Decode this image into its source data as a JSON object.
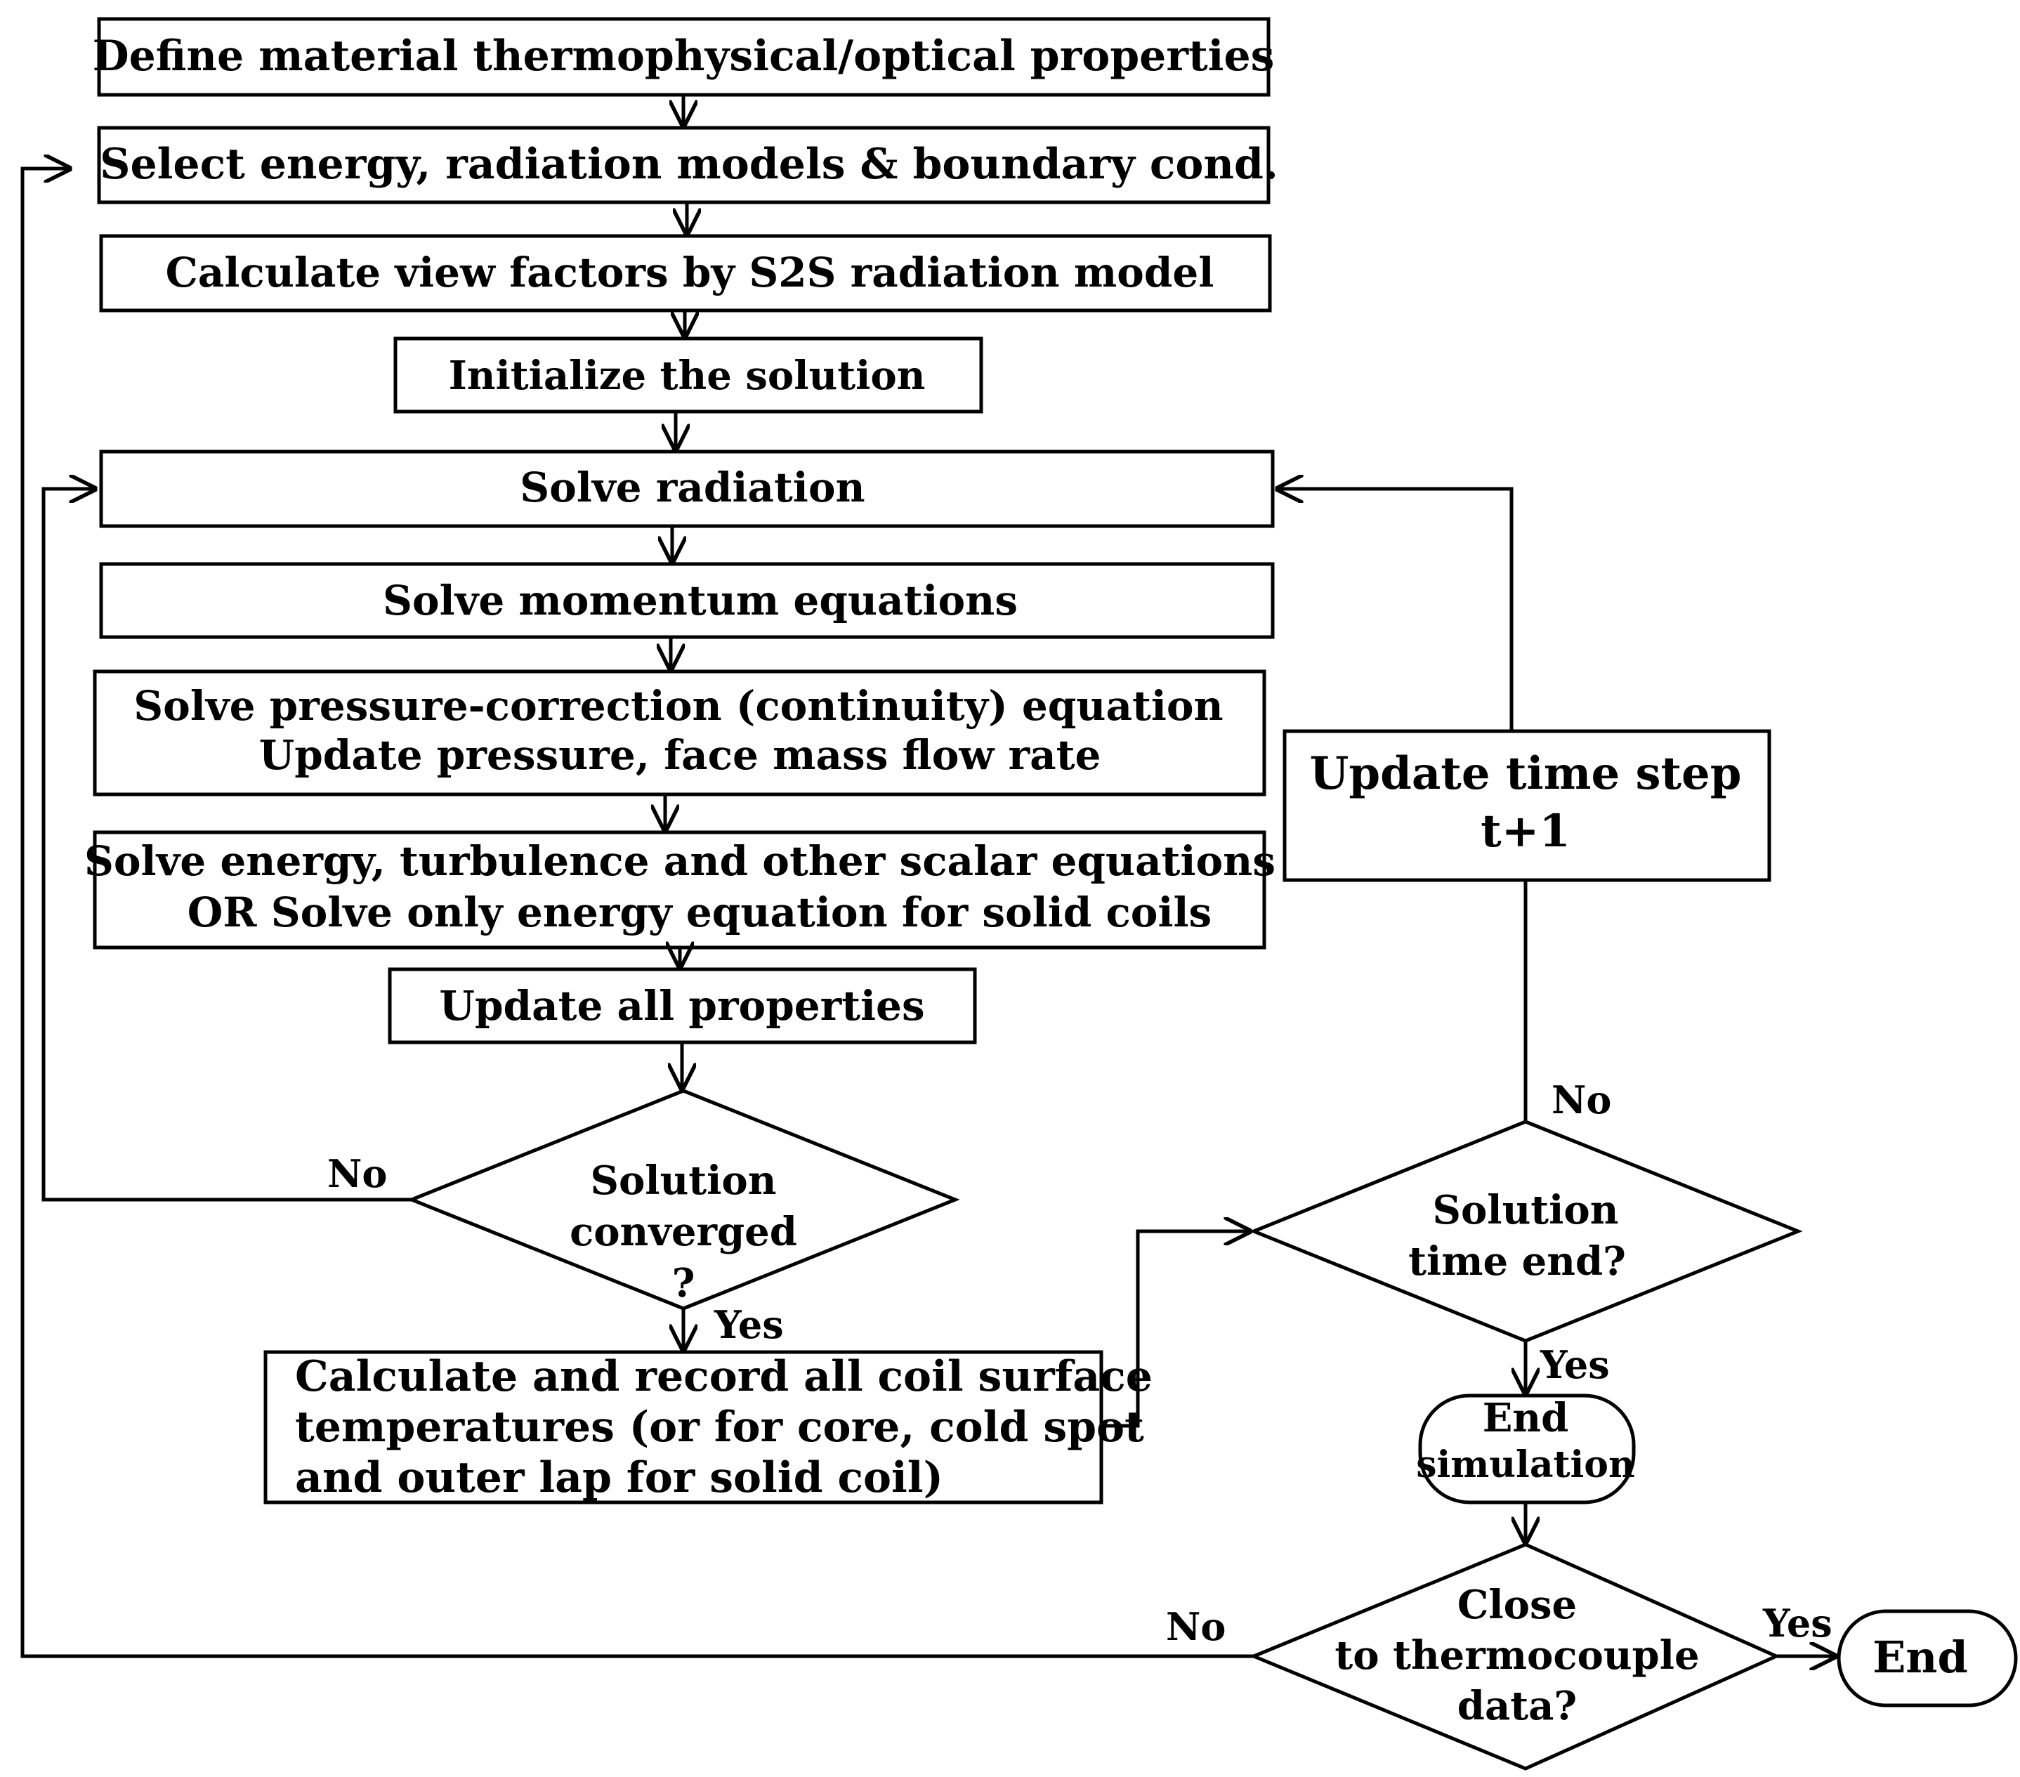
{
  "flowchart": {
    "steps": {
      "define_properties": "Define material thermophysical/optical properties",
      "select_models": "Select energy, radiation models & boundary cond.",
      "view_factors": "Calculate view factors by S2S radiation model",
      "initialize": "Initialize the solution",
      "solve_radiation": "Solve radiation",
      "solve_momentum": "Solve momentum equations",
      "pressure_line1": "Solve pressure-correction (continuity) equation",
      "pressure_line2": "Update pressure, face mass flow rate",
      "energy_line1": "Solve energy, turbulence and other scalar equations",
      "energy_line2": "OR Solve only energy equation for solid coils",
      "update_properties": "Update all properties",
      "record_line1": "Calculate and record all coil surface",
      "record_line2": "temperatures (or for core, cold spot",
      "record_line3": "and outer lap for solid coil)",
      "time_step_line1": "Update time step",
      "time_step_line2": "t+1",
      "end_sim_line1": "End",
      "end_sim_line2": "simulation",
      "end": "End"
    },
    "decisions": {
      "converged_line1": "Solution",
      "converged_line2": "converged",
      "converged_line3": "?",
      "time_end_line1": "Solution",
      "time_end_line2": "time end?",
      "thermo_line1": "Close",
      "thermo_line2": "to thermocouple",
      "thermo_line3": "data?"
    },
    "edge_labels": {
      "converged_no": "No",
      "converged_yes": "Yes",
      "time_end_no": "No",
      "time_end_yes": "Yes",
      "thermo_no": "No",
      "thermo_yes": "Yes"
    }
  }
}
